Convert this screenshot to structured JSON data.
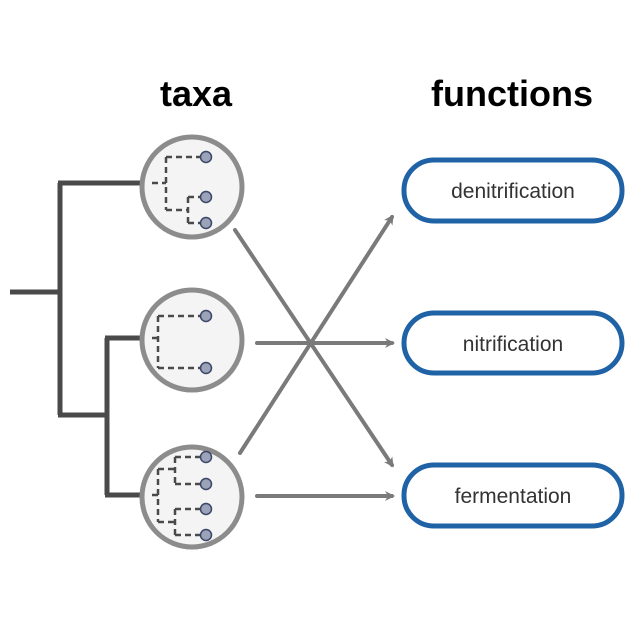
{
  "headings": {
    "taxa": "taxa",
    "functions": "functions"
  },
  "functions": [
    {
      "label": "denitrification"
    },
    {
      "label": "nitrification"
    },
    {
      "label": "fermentation"
    }
  ],
  "links": [
    {
      "from_taxon": 1,
      "to_function": 3
    },
    {
      "from_taxon": 2,
      "to_function": 2
    },
    {
      "from_taxon": 3,
      "to_function": 1
    },
    {
      "from_taxon": 3,
      "to_function": 3
    }
  ],
  "colors": {
    "tree": "#4a4a4a",
    "taxon_circle_stroke": "#8c8c8c",
    "taxon_circle_fill": "#f4f4f4",
    "subtree_dash": "#4a4a4a",
    "leaf_node": "#9aa3b8",
    "arrow": "#7a7a7a",
    "function_box_stroke": "#1f63a6"
  }
}
